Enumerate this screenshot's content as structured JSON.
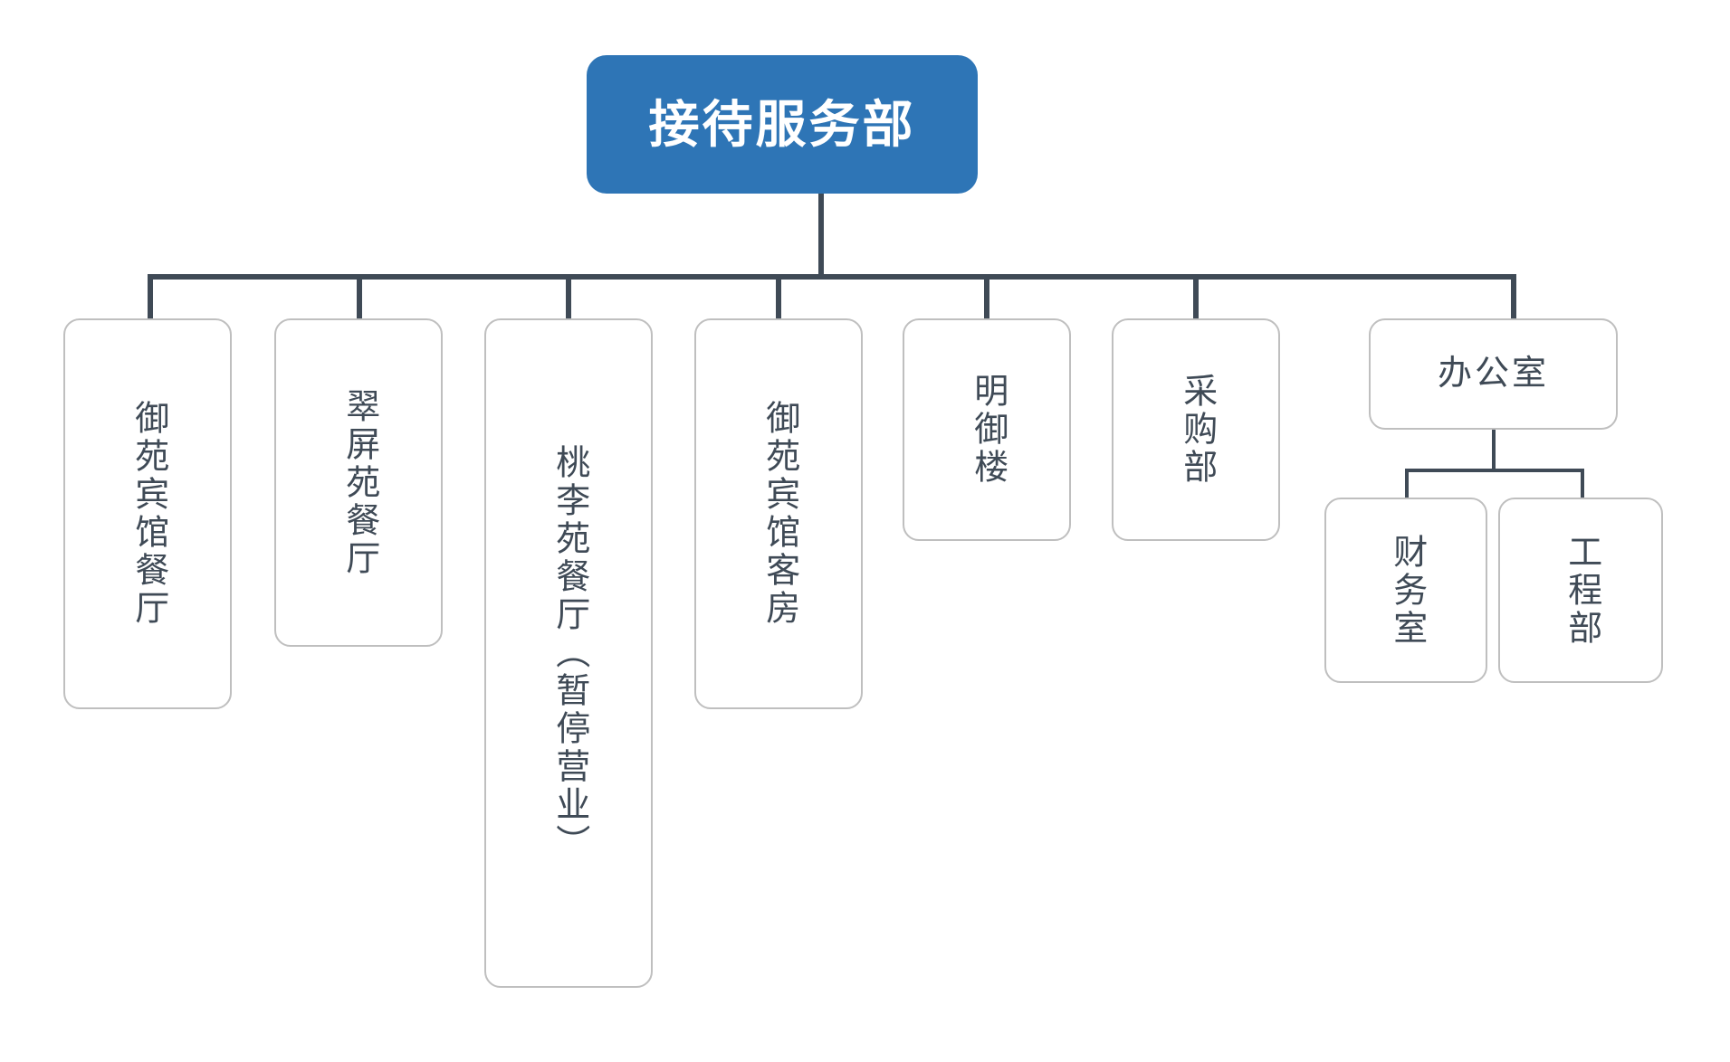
{
  "diagram": {
    "type": "org-chart",
    "orientation": "top-down",
    "background_color": "#ffffff",
    "root": {
      "id": "root",
      "label": "接待服务部",
      "text_orientation": "horizontal",
      "fill_color": "#2e75b6",
      "text_color": "#ffffff"
    },
    "connector_color": "#3f4a56",
    "node_border_color": "#bfbfbf",
    "node_text_color": "#3f4a56",
    "children": [
      {
        "id": "n1",
        "label": "御苑宾馆餐厅",
        "text_orientation": "vertical"
      },
      {
        "id": "n2",
        "label": "翠屏苑餐厅",
        "text_orientation": "vertical"
      },
      {
        "id": "n3",
        "label": "桃李苑餐厅（暂停营业）",
        "text_orientation": "vertical"
      },
      {
        "id": "n4",
        "label": "御苑宾馆客房",
        "text_orientation": "vertical"
      },
      {
        "id": "n5",
        "label": "明御楼",
        "text_orientation": "vertical"
      },
      {
        "id": "n6",
        "label": "采购部",
        "text_orientation": "vertical"
      },
      {
        "id": "n7",
        "label": "办公室",
        "text_orientation": "horizontal"
      }
    ],
    "grandchildren": [
      {
        "id": "n7a",
        "parent": "n7",
        "label": "财务室",
        "text_orientation": "vertical"
      },
      {
        "id": "n7b",
        "parent": "n7",
        "label": "工程部",
        "text_orientation": "vertical"
      }
    ]
  }
}
